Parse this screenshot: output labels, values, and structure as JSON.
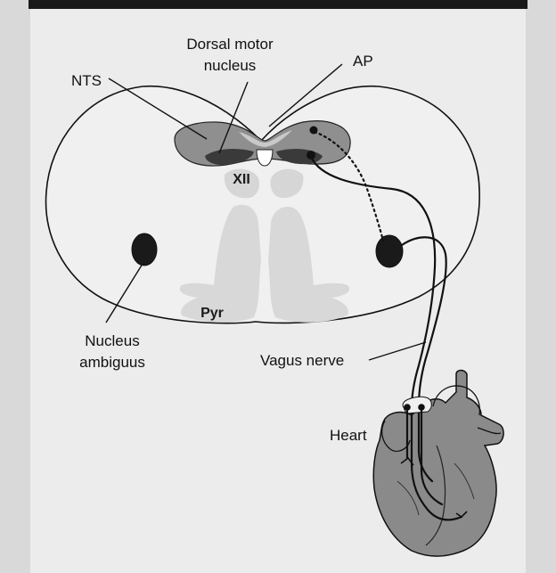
{
  "labels": {
    "nts": "NTS",
    "dorsal_motor_line1": "Dorsal motor",
    "dorsal_motor_line2": "nucleus",
    "ap": "AP",
    "xii": "XII",
    "pyr": "Pyr",
    "nucleus_ambiguus_line1": "Nucleus",
    "nucleus_ambiguus_line2": "ambiguus",
    "vagus_nerve": "Vagus nerve",
    "heart": "Heart"
  },
  "colors": {
    "background": "#d9d9d9",
    "frame": "#1a1a1a",
    "panel": "#ececec",
    "medulla_fill": "#f0f0f0",
    "outline": "#111111",
    "nts_fill": "#8f8f8f",
    "dorsal_motor_fill": "#3a3a3a",
    "ambiguus_fill": "#1a1a1a",
    "xii_fill": "#d6d6d6",
    "pyr_fill": "#d8d8d8",
    "heart_fill": "#8a8a8a"
  }
}
